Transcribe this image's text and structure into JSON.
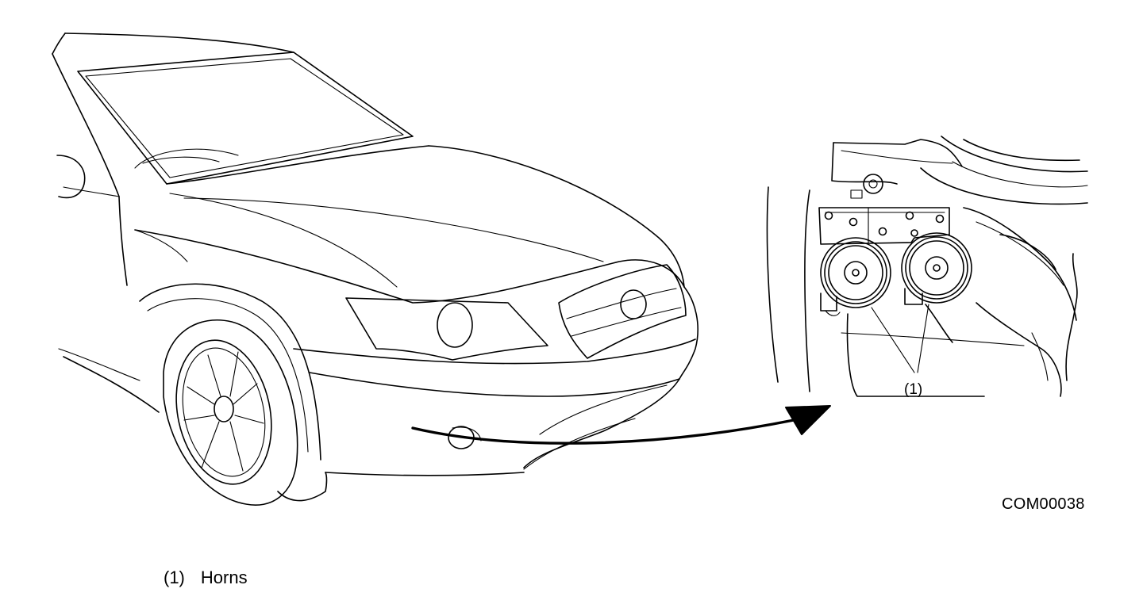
{
  "figure": {
    "code": "COM00038",
    "callout_label": "(1)"
  },
  "legend": [
    {
      "marker": "(1)",
      "text": "Horns"
    }
  ],
  "icons": {
    "vehicle": "car-front-quarter-icon",
    "detail": "horn-assembly-icon",
    "pointer": "curved-arrow-icon"
  },
  "colors": {
    "line": "#000000",
    "background": "#ffffff"
  }
}
